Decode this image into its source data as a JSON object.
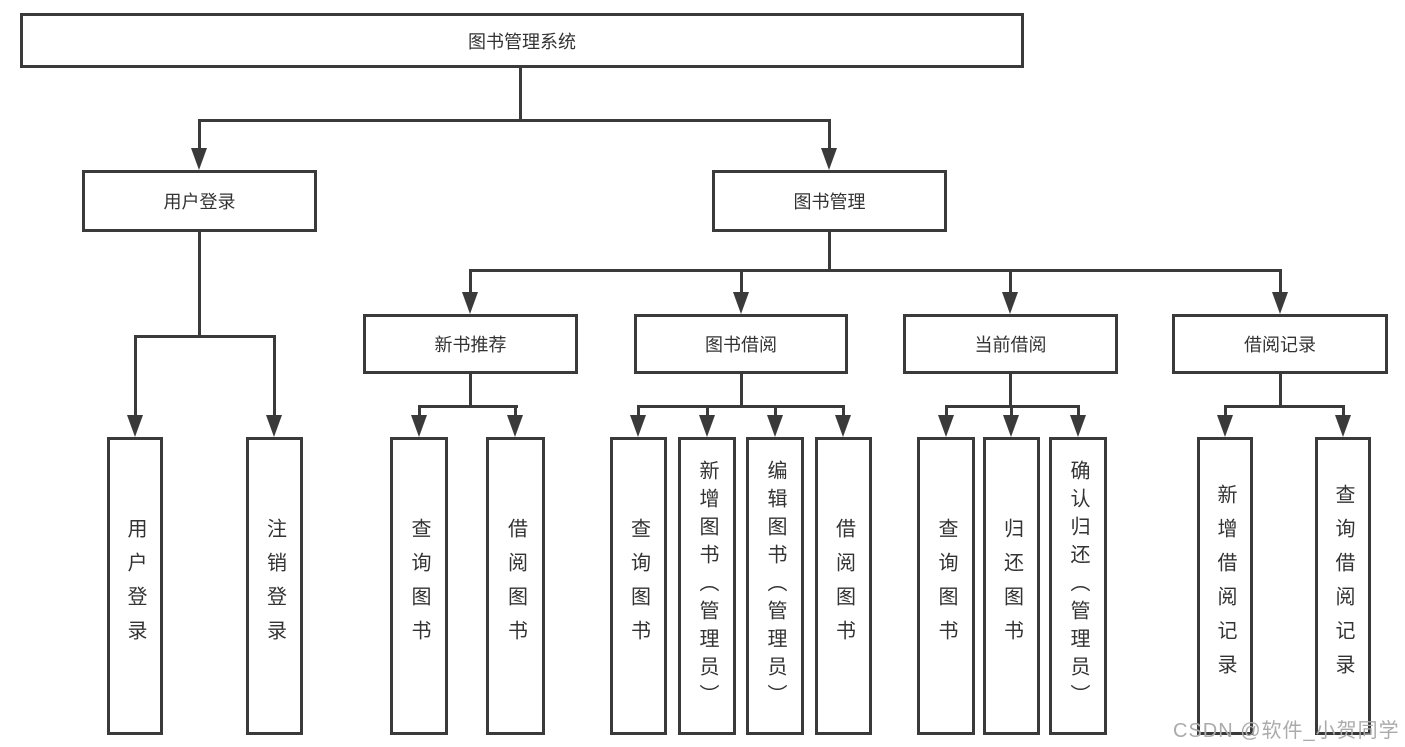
{
  "diagram_title": "图书管理系统",
  "tree": {
    "root": {
      "label": "图书管理系统"
    },
    "branches": [
      {
        "label": "用户登录",
        "children": [
          {
            "label": "用户登录"
          },
          {
            "label": "注销登录"
          }
        ]
      },
      {
        "label": "图书管理",
        "children": [
          {
            "label": "新书推荐",
            "children": [
              {
                "label": "查询图书"
              },
              {
                "label": "借阅图书"
              }
            ]
          },
          {
            "label": "图书借阅",
            "children": [
              {
                "label": "查询图书"
              },
              {
                "label": "新增图书（管理员）"
              },
              {
                "label": "编辑图书（管理员）"
              },
              {
                "label": "借阅图书"
              }
            ]
          },
          {
            "label": "当前借阅",
            "children": [
              {
                "label": "查询图书"
              },
              {
                "label": "归还图书"
              },
              {
                "label": "确认归还（管理员）"
              }
            ]
          },
          {
            "label": "借阅记录",
            "children": [
              {
                "label": "新增借阅记录"
              },
              {
                "label": "查询借阅记录"
              }
            ]
          }
        ]
      }
    ]
  },
  "watermark": {
    "text": "CSDN @软件_小贺同学"
  },
  "colors": {
    "line": "#3a3a3a",
    "text": "#333333",
    "box_fill": "#ffffff",
    "background": "#ffffff",
    "watermark": "#ababab"
  }
}
